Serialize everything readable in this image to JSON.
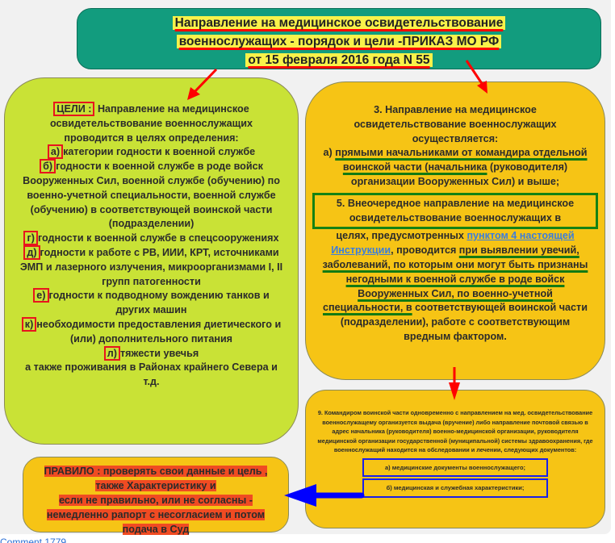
{
  "title": {
    "lines": [
      "Направление на медицинское освидетельствование",
      "военнослужащих - порядок и цели -ПРИКАЗ МО РФ",
      "от 15 февраля 2016 года N 55"
    ]
  },
  "goals": {
    "label": "ЦЕЛИ :",
    "intro": " Направление на медицинское освидетельствование военнослужащих проводится в целях определения:",
    "items": [
      {
        "marker": "а)",
        "text": "категории годности к военной службе"
      },
      {
        "marker": "б)",
        "text": "годности к военной службе в роде войск Вооруженных Сил, военной службе (обучению) по военно-учетной специальности, военной службе (обучению) в соответствующей воинской части (подразделении)"
      },
      {
        "marker": "г)",
        "text": "годности к военной службе в спецсооружениях"
      },
      {
        "marker": "д)",
        "text": "годности к работе с РВ, ИИИ, КРТ, источниками ЭМП и лазерного излучения, микроорганизмами I, II групп патогенности"
      },
      {
        "marker": "е)",
        "text": "годности к подводному вождению танков и других машин"
      },
      {
        "marker": "к)",
        "text": "необходимости предоставления диетического и (или) дополнительного питания"
      },
      {
        "marker": "л)",
        "text": "тяжести увечья"
      }
    ],
    "outro": "а также проживания в Районах крайнего Севера и т.д."
  },
  "procedure": {
    "p3": "3. Направление на медицинское освидетельствование военнослужащих осуществляется:",
    "p3a_prefix": "а) ",
    "p3a_underlined": "прямыми начальниками от командира отдельной воинской части (начальника",
    "p3a_rest": " (руководителя) организации Вооруженных Сил) и выше;",
    "p5_boxed": "5. Внеочередное направление на медицинское освидетельствование военнослужащих в",
    "p5_a": " целях, предусмотренных ",
    "p5_link": "пунктом 4 настоящей Инструкции",
    "p5_b": ", проводится ",
    "p5_underlined": "при выявлении увечий, заболеваний, по которым они могут быть признаны негодными к военной службе в роде войск Вооруженных Сил, по военно-учетной специальности, в",
    "p5_rest": " соответствующей воинской части (подразделении), работе с соответствующим вредным фактором."
  },
  "documents": {
    "text": "9. Командиром воинской части одновременно с направлением на мед. освидетельствование военнослужащему организуется выдача (вручение) либо направление почтовой связью в адрес начальника (руководителя) военно-медицинской организации, руководителя медицинской организации государственной (муниципальной) системы здравоохранения, где военнослужащий находится на обследовании и лечении, следующих документов:",
    "a": "а) медицинские документы военнослужащего;",
    "b": "б) медицинская и служебная характеристики;"
  },
  "rule": {
    "lines": [
      "ПРАВИЛО : проверять свои данные и цель ,",
      "также Характеристику и",
      "если не правильно, или не согласны -",
      "немедленно рапорт с несогласием и потом",
      "подача в Суд"
    ]
  },
  "footer_link": "Comment 1779"
}
